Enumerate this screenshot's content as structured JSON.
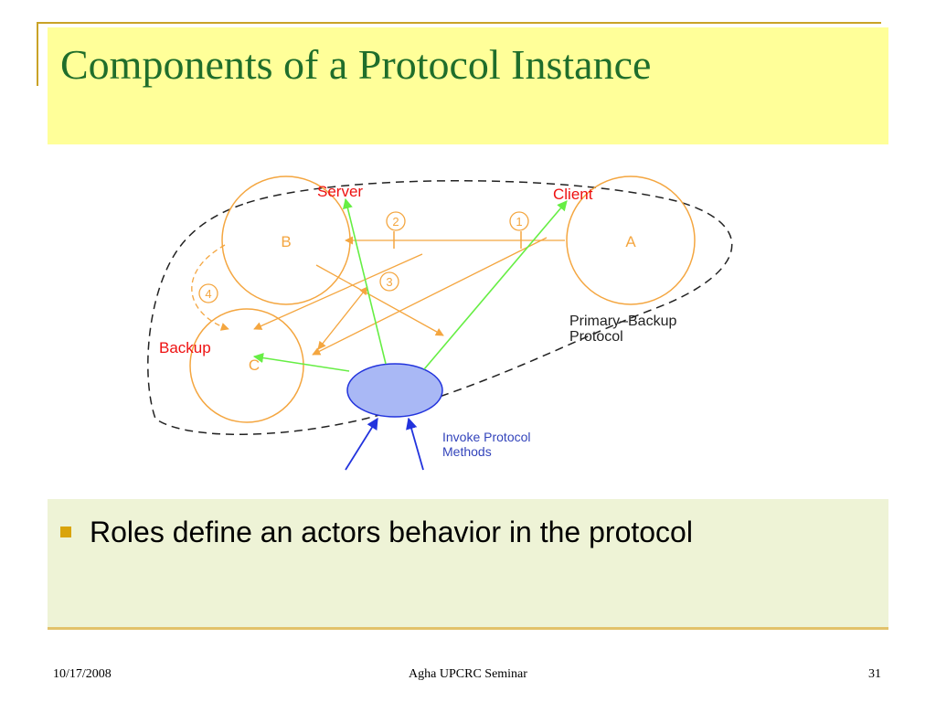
{
  "slide": {
    "title": "Components of a Protocol Instance",
    "bullets": [
      "Roles define an actors behavior in the protocol"
    ]
  },
  "diagram": {
    "nodes": [
      {
        "id": "B",
        "label": "B"
      },
      {
        "id": "A",
        "label": "A"
      },
      {
        "id": "C",
        "label": "C"
      },
      {
        "id": "invoker",
        "label": ""
      }
    ],
    "roles": {
      "server": "Server",
      "client": "Client",
      "backup": "Backup"
    },
    "steps": [
      "1",
      "2",
      "3",
      "4"
    ],
    "protocol_label_line1": "Primary–Backup",
    "protocol_label_line2": "Protocol",
    "invoke_label_line1": "Invoke Protocol",
    "invoke_label_line2": "Methods"
  },
  "colors": {
    "title": "#1f6e2b",
    "title_bg": "#ffff99",
    "bullet_bg": "#eef3d6",
    "node_stroke": "#f4a640",
    "role_text": "#ee1111",
    "green_arrow": "#66ee44",
    "blue_arrow": "#2233dd",
    "invoker_fill": "#a9b8f5",
    "invoke_text": "#3344bb"
  },
  "footer": {
    "date": "10/17/2008",
    "center": "Agha UPCRC Seminar",
    "page": "31"
  }
}
